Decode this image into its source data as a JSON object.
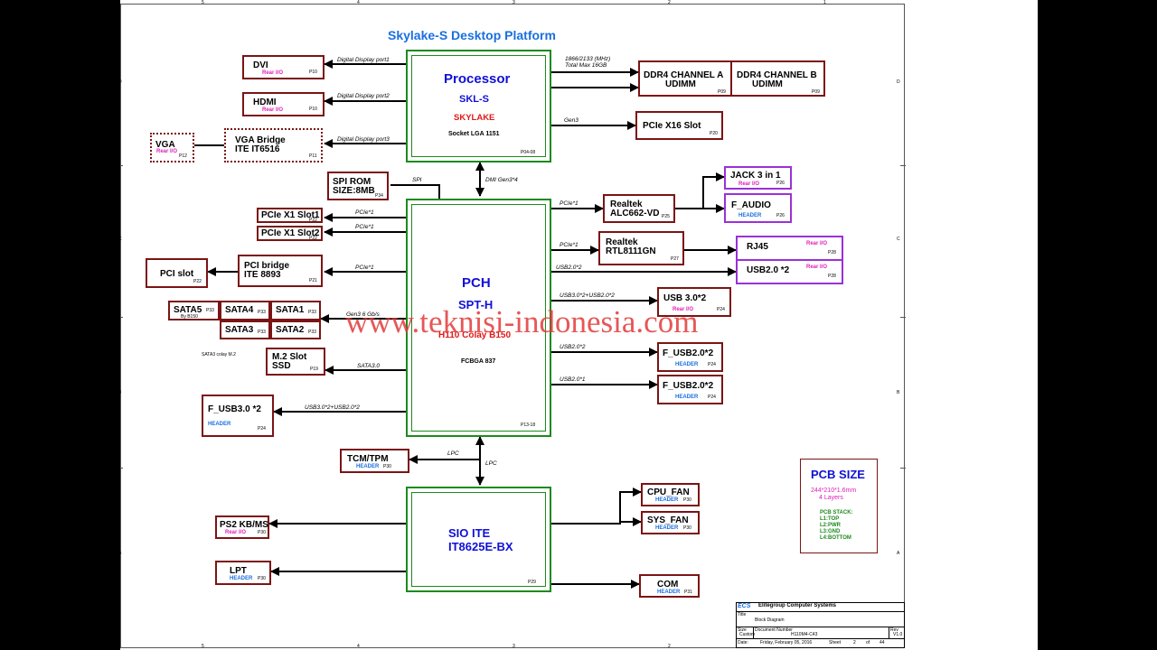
{
  "title": "Skylake-S Desktop Platform",
  "watermark": "www.teknisi-indonesia.com",
  "processor": {
    "name": "Processor",
    "code": "SKL-S",
    "family": "SKYLAKE",
    "socket": "Socket LGA 1151",
    "page": "P04-08"
  },
  "pch": {
    "name": "PCH",
    "code": "SPT-H",
    "variant": "H110 Colay B150",
    "package": "FCBGA 837",
    "page": "P13-18"
  },
  "sio": {
    "line1": "SIO ITE",
    "line2": "IT8625E-BX",
    "page": "P29"
  },
  "memory": {
    "speed": "1866/2133 (MHz)",
    "max": "Total Max 16GB",
    "channel_a": "DDR4 CHANNEL A",
    "channel_b": "DDR4 CHANNEL B",
    "type": "UDIMM",
    "page": "P09"
  },
  "boxes": {
    "dvi": {
      "name": "DVI",
      "sub": "Rear I/O",
      "page": "P10"
    },
    "hdmi": {
      "name": "HDMI",
      "sub": "Rear I/O",
      "page": "P10"
    },
    "vga_bridge": {
      "line1": "VGA Bridge",
      "line2": "ITE IT6516",
      "page": "P11"
    },
    "vga": {
      "name": "VGA",
      "sub": "Rear I/O",
      "page": "P12"
    },
    "pcie_x16": {
      "name": "PCIe X16 Slot",
      "page": "P20"
    },
    "spi_rom": {
      "line1": "SPI ROM",
      "line2": "SIZE:8MB",
      "page": "P34"
    },
    "pcie_x1_1": {
      "name": "PCIe X1 Slot1",
      "page": "P22"
    },
    "pcie_x1_2": {
      "name": "PCIe X1 Slot2",
      "page": "P22"
    },
    "pci_bridge": {
      "line1": "PCI bridge",
      "line2": "ITE 8893",
      "page": "P21"
    },
    "pci_slot": {
      "name": "PCI  slot",
      "page": "P22"
    },
    "sata5": {
      "name": "SATA5",
      "sub": "By B150",
      "page": "P33"
    },
    "sata4": {
      "name": "SATA4",
      "page": "P33"
    },
    "sata1": {
      "name": "SATA1",
      "page": "P33"
    },
    "sata3": {
      "name": "SATA3",
      "page": "P33"
    },
    "sata2": {
      "name": "SATA2",
      "page": "P33"
    },
    "sata_note": "SATA3 colay M.2",
    "m2": {
      "line1": "M.2 Slot",
      "line2": "SSD",
      "page": "P19"
    },
    "f_usb3_left": {
      "name": "F_USB3.0 *2",
      "sub": "HEADER",
      "page": "P24"
    },
    "realtek_audio": {
      "line1": "Realtek",
      "line2": "ALC662-VD",
      "page": "P25"
    },
    "jack": {
      "name": "JACK 3 in 1",
      "sub": "Rear I/O",
      "page": "P26"
    },
    "f_audio": {
      "name": "F_AUDIO",
      "sub": "HEADER",
      "page": "P26"
    },
    "realtek_lan": {
      "line1": "Realtek",
      "line2": "RTL8111GN",
      "page": "P27"
    },
    "rj45": {
      "name": "RJ45",
      "sub": "Rear I/O",
      "page": "P28"
    },
    "usb20_rear": {
      "name": "USB2.0 *2",
      "sub": "Rear I/O",
      "page": "P28"
    },
    "usb30_rear": {
      "name": "USB 3.0*2",
      "sub": "Rear I/O",
      "page": "P24"
    },
    "f_usb20_a": {
      "name": "F_USB2.0*2",
      "sub": "HEADER",
      "page": "P24"
    },
    "f_usb20_b": {
      "name": "F_USB2.0*2",
      "sub": "HEADER",
      "page": "P24"
    },
    "tcm": {
      "name": "TCM/TPM",
      "sub": "HEADER",
      "page": "P30"
    },
    "ps2": {
      "name": "PS2 KB/MS",
      "sub": "Rear I/O",
      "page": "P30"
    },
    "lpt": {
      "name": "LPT",
      "sub": "HEADER",
      "page": "P30"
    },
    "cpu_fan": {
      "name": "CPU_FAN",
      "sub": "HEADER",
      "page": "P30"
    },
    "sys_fan": {
      "name": "SYS_FAN",
      "sub": "HEADER",
      "page": "P30"
    },
    "com": {
      "name": "COM",
      "sub": "HEADER",
      "page": "P31"
    }
  },
  "links": {
    "dp1": "Digital Display port1",
    "dp2": "Digital Display port2",
    "dp3": "Digital Display port3",
    "gen3": "Gen3",
    "dmi": "DMI Gen3*4",
    "spi": "SPI",
    "pcie1": "PCIe*1",
    "sata_gen3": "Gen3 6 Gb/s",
    "sata30": "SATA3.0",
    "usb3_usb2": "USB3.0*2+USB2.0*2",
    "usb2x2": "USB2.0*2",
    "usb2x1": "USB2.0*1",
    "lpc": "LPC"
  },
  "pcb": {
    "title": "PCB SIZE",
    "size": "244*210*1.6mm",
    "layers": "4 Layers",
    "stack_title": "PCB STACK:",
    "stack": [
      "L1:TOP",
      "L2:PWR",
      "L3:GND",
      "L4:BOTTOM"
    ]
  },
  "title_block": {
    "logo": "ECS",
    "company": "Elitegroup Computer Systems",
    "title_label": "Title",
    "doc_title": "Block Diagram",
    "size_label": "Size",
    "size": "Custom",
    "doc_label": "Document Number",
    "doc": "H110M4-C43",
    "rev_label": "Rev",
    "rev": "V1.0",
    "date_label": "Date:",
    "date": "Friday, February 05, 2016",
    "sheet_label": "Sheet",
    "sheet": "2",
    "of": "of",
    "total": "44"
  },
  "border_marks": [
    "1",
    "2",
    "3",
    "4",
    "5",
    "A",
    "B",
    "C",
    "D"
  ]
}
